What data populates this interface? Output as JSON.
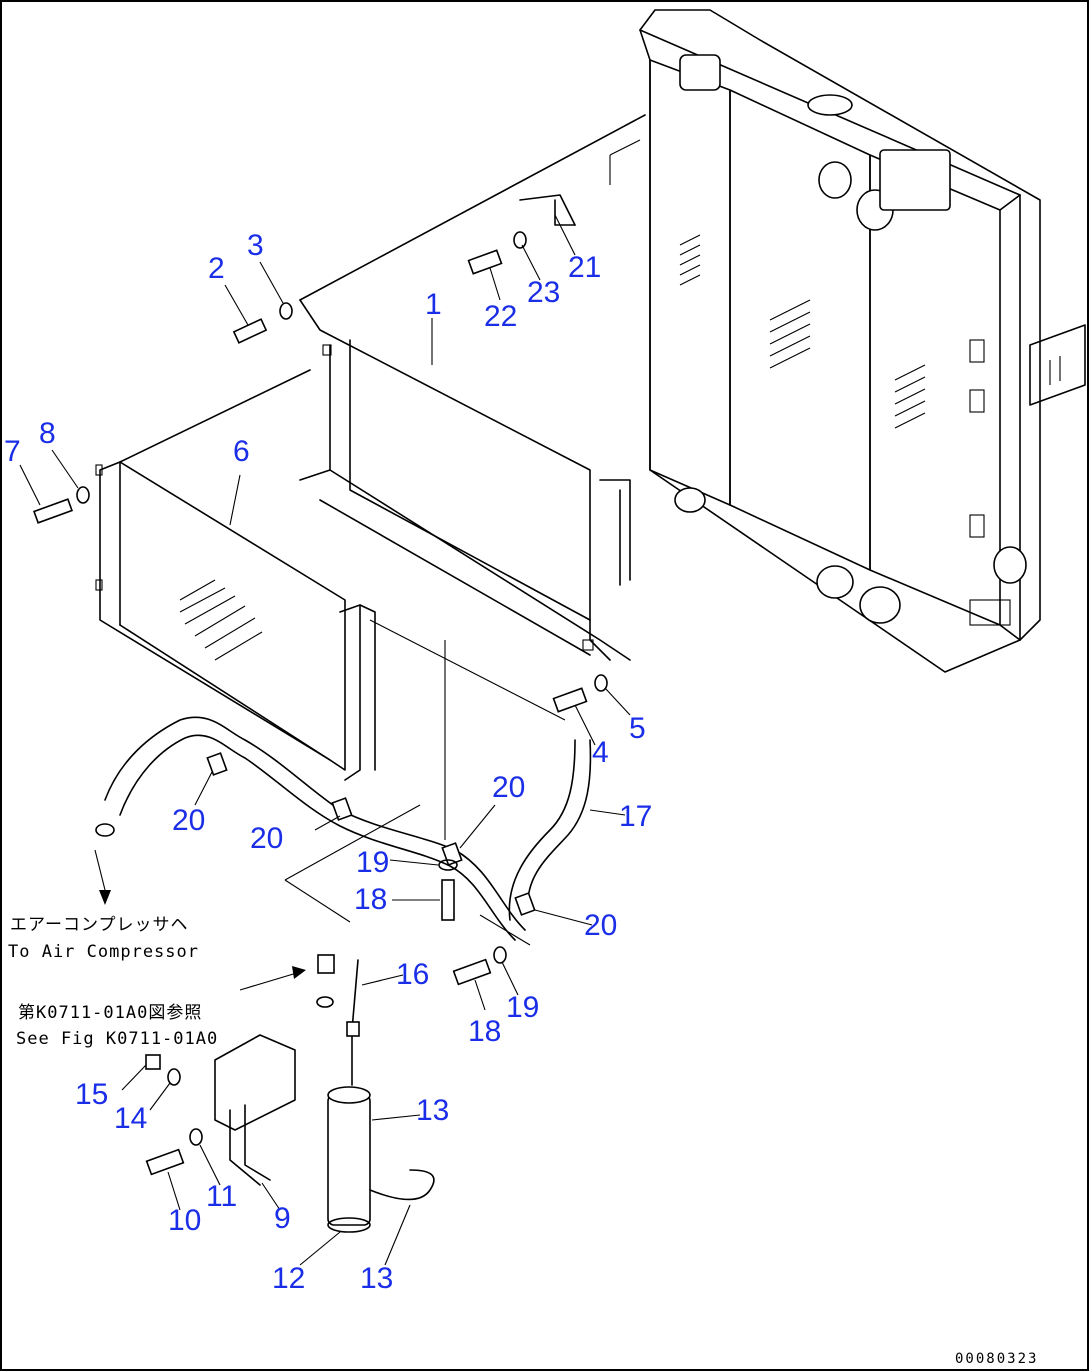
{
  "parts": [
    {
      "id": "label-1",
      "text": "1"
    },
    {
      "id": "label-2",
      "text": "2"
    },
    {
      "id": "label-3",
      "text": "3"
    },
    {
      "id": "label-4",
      "text": "4"
    },
    {
      "id": "label-5",
      "text": "5"
    },
    {
      "id": "label-6",
      "text": "6"
    },
    {
      "id": "label-7",
      "text": "7"
    },
    {
      "id": "label-8",
      "text": "8"
    },
    {
      "id": "label-9",
      "text": "9"
    },
    {
      "id": "label-10",
      "text": "10"
    },
    {
      "id": "label-11",
      "text": "11"
    },
    {
      "id": "label-12",
      "text": "12"
    },
    {
      "id": "label-13a",
      "text": "13"
    },
    {
      "id": "label-13b",
      "text": "13"
    },
    {
      "id": "label-14",
      "text": "14"
    },
    {
      "id": "label-15",
      "text": "15"
    },
    {
      "id": "label-16",
      "text": "16"
    },
    {
      "id": "label-17",
      "text": "17"
    },
    {
      "id": "label-18a",
      "text": "18"
    },
    {
      "id": "label-18b",
      "text": "18"
    },
    {
      "id": "label-19a",
      "text": "19"
    },
    {
      "id": "label-19b",
      "text": "19"
    },
    {
      "id": "label-20a",
      "text": "20"
    },
    {
      "id": "label-20b",
      "text": "20"
    },
    {
      "id": "label-20c",
      "text": "20"
    },
    {
      "id": "label-20d",
      "text": "20"
    },
    {
      "id": "label-21",
      "text": "21"
    },
    {
      "id": "label-22",
      "text": "22"
    },
    {
      "id": "label-23",
      "text": "23"
    }
  ],
  "notes": {
    "air_compressor_jp": "エアーコンプレッサヘ",
    "air_compressor_en": "To Air Compressor",
    "see_fig_jp": "第K0711-01A0図参照",
    "see_fig_en": "See Fig K0711-01A0"
  },
  "drawing_code": "00080323",
  "colors": {
    "callout": "#1a2ee8",
    "line": "#000000",
    "background": "#ffffff"
  }
}
